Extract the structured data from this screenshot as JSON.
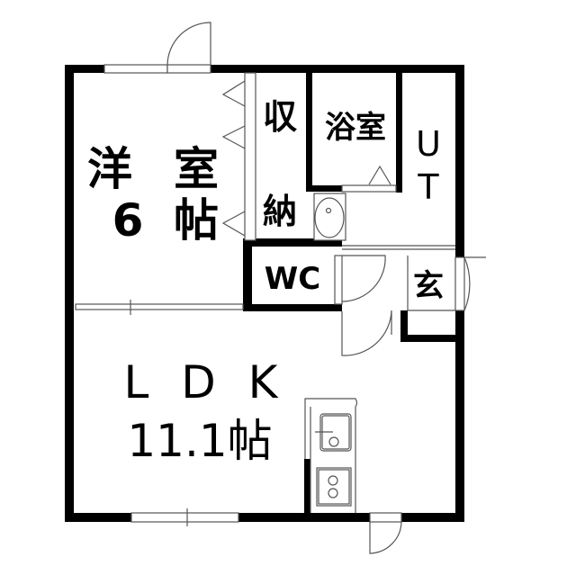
{
  "rooms": {
    "western_room": {
      "name_1": "洋",
      "name_2": "室",
      "size_num": "6",
      "size_unit": "帖"
    },
    "storage": {
      "char_1": "収",
      "char_2": "納"
    },
    "bathroom": {
      "name": "浴室"
    },
    "utility": {
      "char_1": "U",
      "char_2": "T"
    },
    "toilet": {
      "name": "WC"
    },
    "entrance": {
      "name": "玄"
    },
    "ldk": {
      "name": "L D K",
      "size": "11.1帖"
    }
  },
  "colors": {
    "wall": "#000000",
    "background": "#ffffff",
    "line": "#555555"
  }
}
